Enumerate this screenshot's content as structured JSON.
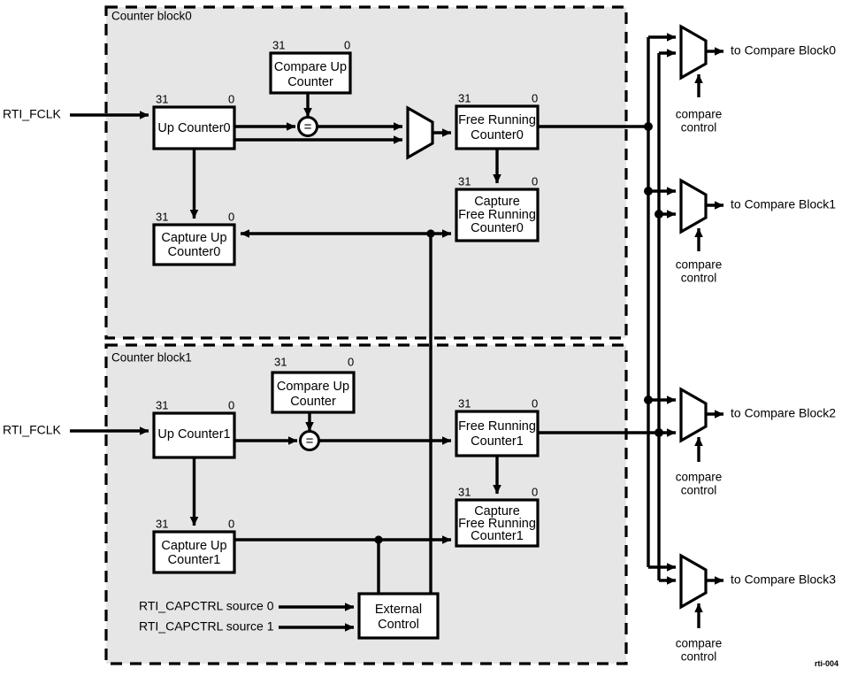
{
  "figure": {
    "id_label": "rti-004",
    "bit_high": "31",
    "bit_low": "0"
  },
  "blocks": [
    {
      "label": "Counter block0",
      "units": {
        "up_counter": "Up Counter0",
        "compare_up_counter_line1": "Compare Up",
        "compare_up_counter_line2": "Counter",
        "capture_up_counter_line1": "Capture Up",
        "capture_up_counter_line2": "Counter0",
        "free_running_counter_line1": "Free Running",
        "free_running_counter_line2": "Counter0",
        "capture_frc_line1": "Capture",
        "capture_frc_line2": "Free Running",
        "capture_frc_line3": "Counter0"
      },
      "clock_input": "RTI_FCLK",
      "comparator_symbol": "="
    },
    {
      "label": "Counter block1",
      "units": {
        "up_counter": "Up Counter1",
        "compare_up_counter_line1": "Compare Up",
        "compare_up_counter_line2": "Counter",
        "capture_up_counter_line1": "Capture Up",
        "capture_up_counter_line2": "Counter1",
        "free_running_counter_line1": "Free Running",
        "free_running_counter_line2": "Counter1",
        "capture_frc_line1": "Capture",
        "capture_frc_line2": "Free Running",
        "capture_frc_line3": "Counter1",
        "external_control_line1": "External",
        "external_control_line2": "Control"
      },
      "clock_input": "RTI_FCLK",
      "comparator_symbol": "=",
      "capctrl_source_0": "RTI_CAPCTRL source 0",
      "capctrl_source_1": "RTI_CAPCTRL source 1"
    }
  ],
  "outputs": [
    {
      "label": "to Compare Block0",
      "control_line1": "compare",
      "control_line2": "control"
    },
    {
      "label": "to Compare Block1",
      "control_line1": "compare",
      "control_line2": "control"
    },
    {
      "label": "to Compare Block2",
      "control_line1": "compare",
      "control_line2": "control"
    },
    {
      "label": "to Compare Block3",
      "control_line1": "compare",
      "control_line2": "control"
    }
  ]
}
